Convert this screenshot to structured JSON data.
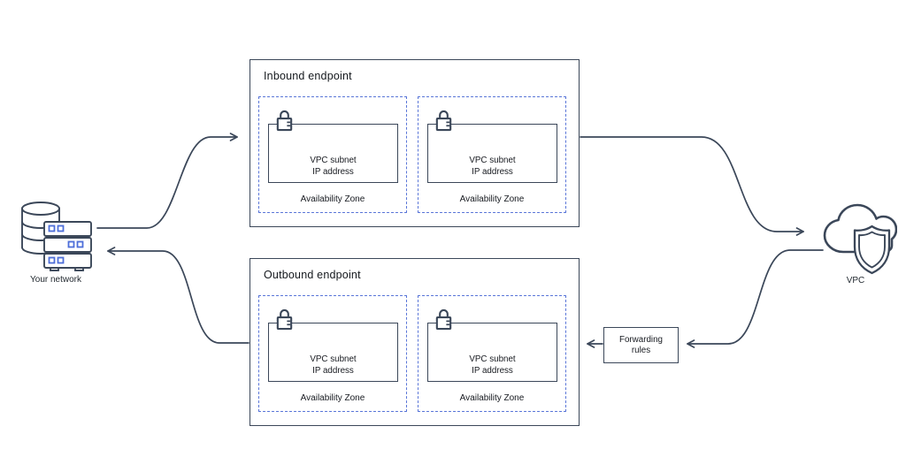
{
  "your_network": {
    "label": "Your network"
  },
  "vpc": {
    "label": "VPC"
  },
  "forwarding_rules": {
    "line1": "Forwarding",
    "line2": "rules"
  },
  "endpoints": [
    {
      "title": "Inbound endpoint",
      "zones": [
        {
          "line1": "VPC subnet",
          "line2": "IP address",
          "label": "Availability Zone"
        },
        {
          "line1": "VPC subnet",
          "line2": "IP address",
          "label": "Availability Zone"
        }
      ]
    },
    {
      "title": "Outbound endpoint",
      "zones": [
        {
          "line1": "VPC subnet",
          "line2": "IP address",
          "label": "Availability Zone"
        },
        {
          "line1": "VPC subnet",
          "line2": "IP address",
          "label": "Availability Zone"
        }
      ]
    }
  ],
  "colors": {
    "line_dark": "#3B4759",
    "dashed_blue": "#5A76D8",
    "chip_blue": "#4D6ED9",
    "text_dark": "#16191f"
  }
}
